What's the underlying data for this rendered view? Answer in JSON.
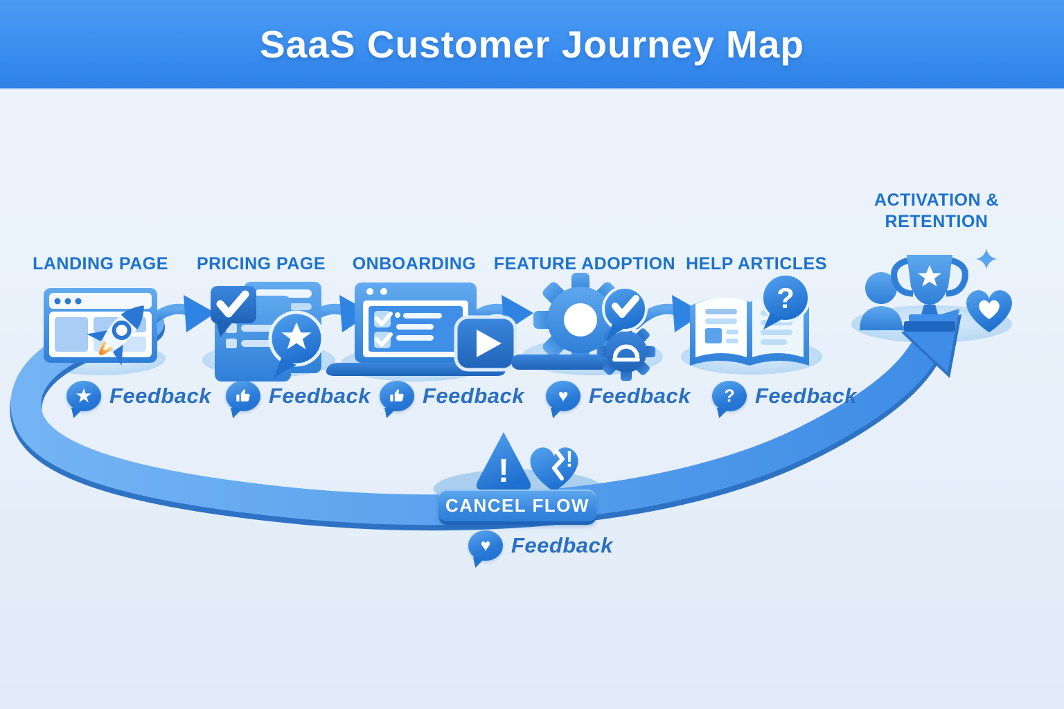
{
  "header": {
    "title": "SaaS Customer Journey Map"
  },
  "stages": [
    {
      "label": "LANDING PAGE",
      "icon": "browser-rocket-icon",
      "feedback": {
        "label": "Feedback",
        "bubble_icon": "star-bubble-icon",
        "glyph": "★"
      }
    },
    {
      "label": "PRICING PAGE",
      "icon": "pricing-list-star-icon",
      "feedback": {
        "label": "Feedback",
        "bubble_icon": "thumb-bubble-icon"
      }
    },
    {
      "label": "ONBOARDING",
      "icon": "laptop-checklist-play-icon",
      "feedback": {
        "label": "Feedback",
        "bubble_icon": "thumbs-up-bubble-icon"
      }
    },
    {
      "label": "FEATURE ADOPTION",
      "icon": "gears-check-icon",
      "feedback": {
        "label": "Feedback",
        "bubble_icon": "heart-bubble-icon",
        "glyph": "♥"
      }
    },
    {
      "label": "HELP ARTICLES",
      "icon": "book-question-icon",
      "feedback": {
        "label": "Feedback",
        "bubble_icon": "question-bubble-icon",
        "glyph": "?"
      }
    },
    {
      "label": "ACTIVATION & RETENTION",
      "icon": "user-trophy-heart-icon"
    }
  ],
  "cancel_flow": {
    "label": "CANCEL FLOW",
    "warning_glyph": "!",
    "icons": [
      "warning-triangle-icon",
      "broken-heart-icon"
    ],
    "feedback": {
      "label": "Feedback",
      "bubble_icon": "heart-bubble-icon",
      "glyph": "♥"
    }
  },
  "icons": {
    "question_glyph": "?"
  },
  "colors": {
    "header_blue": "#3b8ef0",
    "label_blue": "#1b72cf",
    "band_blue": "#4795e8",
    "bubble_blue": "#2a7ad8",
    "background": "#e9f1fb",
    "flame_orange": "#ef7f1f"
  }
}
